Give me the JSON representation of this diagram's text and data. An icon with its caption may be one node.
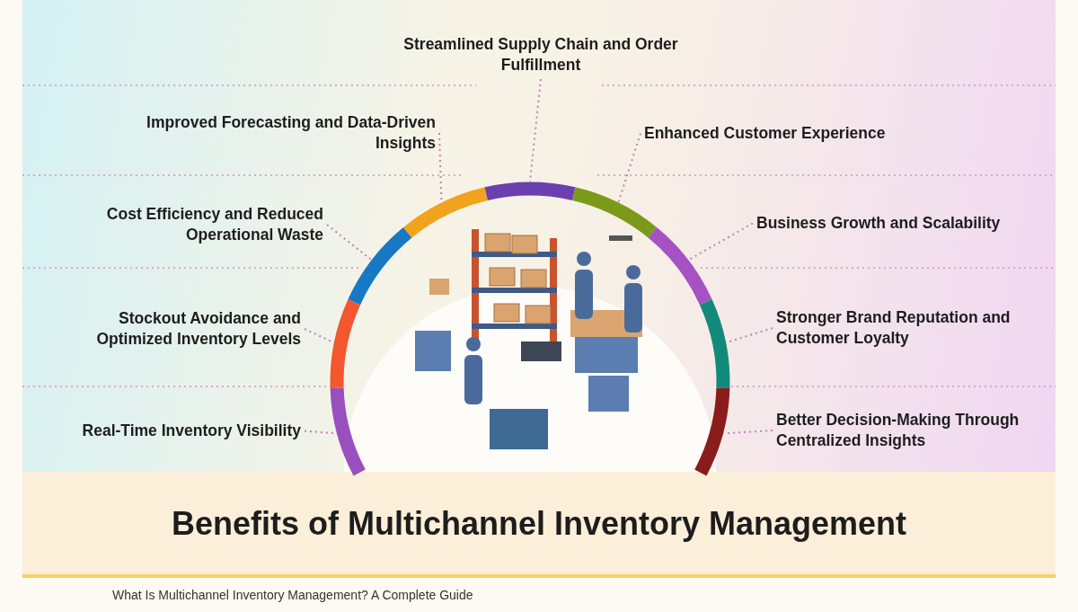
{
  "diagram": {
    "title": "Benefits of Multichannel Inventory Management",
    "caption": "What Is Multichannel Inventory Management? A Complete Guide",
    "nodes": [
      {
        "text": [
          "Streamlined Supply Chain and Order Fulfillment"
        ]
      },
      {
        "text": [
          "Improved Forecasting and Data-Driven Insights"
        ]
      },
      {
        "text": [
          "Enhanced Customer Experience"
        ]
      },
      {
        "text": [
          "Cost Efficiency and Reduced Operational Waste"
        ]
      },
      {
        "text": [
          "Business Growth and Scalability"
        ]
      },
      {
        "text": [
          "Stockout Avoidance and Optimized Inventory Levels"
        ]
      },
      {
        "text": [
          "Stronger Brand Reputation and Customer Loyalty"
        ]
      },
      {
        "text": [
          "Real-Time Inventory Visibility"
        ]
      },
      {
        "text": [
          "Better Decision-Making Through Centralized Insights"
        ]
      },
      {
        "text": [],
        "shape": "arc"
      },
      {
        "text": [],
        "shape": "arc"
      },
      {
        "text": [],
        "shape": "arc"
      },
      {
        "text": [],
        "shape": "arc"
      },
      {
        "text": [],
        "shape": "arc"
      },
      {
        "text": [],
        "shape": "arc"
      },
      {
        "text": [],
        "shape": "arc"
      },
      {
        "text": [],
        "shape": "arc"
      },
      {
        "text": [],
        "shape": "arc"
      }
    ],
    "edges": [
      {
        "from": 0,
        "to": 13,
        "arrow": "none"
      },
      {
        "from": 1,
        "to": 12,
        "arrow": "none"
      },
      {
        "from": 2,
        "to": 14,
        "arrow": "none"
      },
      {
        "from": 3,
        "to": 11,
        "arrow": "none"
      },
      {
        "from": 4,
        "to": 15,
        "arrow": "none"
      },
      {
        "from": 5,
        "to": 10,
        "arrow": "none"
      },
      {
        "from": 6,
        "to": 16,
        "arrow": "none"
      },
      {
        "from": 7,
        "to": 9,
        "arrow": "none"
      },
      {
        "from": 8,
        "to": 17,
        "arrow": "none"
      }
    ]
  }
}
